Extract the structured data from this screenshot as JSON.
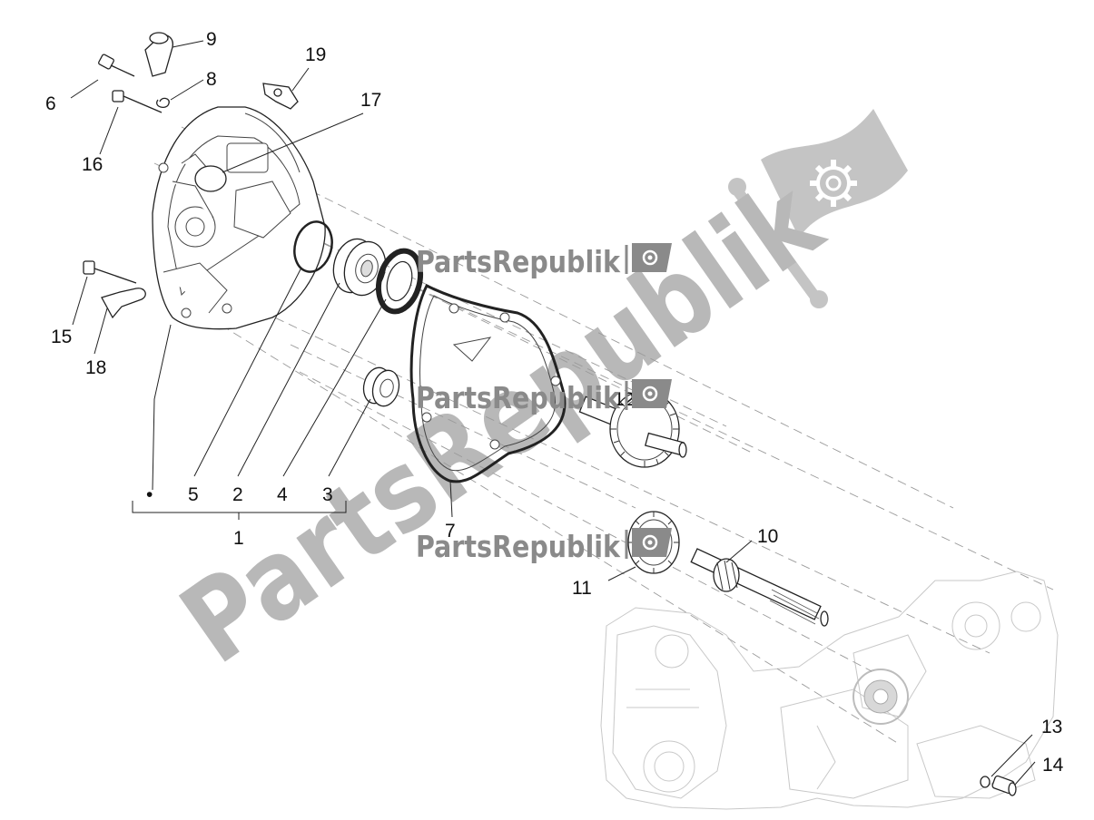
{
  "watermark": {
    "large_text": "PartsRepublik",
    "small_text": "PartsRepublik"
  },
  "callouts": {
    "c1": "1",
    "c2": "2",
    "c3": "3",
    "c4": "4",
    "c5": "5",
    "c6": "6",
    "c7": "7",
    "c8": "8",
    "c9": "9",
    "c10": "10",
    "c11": "11",
    "c12": "12",
    "c13": "13",
    "c14": "14",
    "c15": "15",
    "c16": "16",
    "c17": "17",
    "c18": "18",
    "c19": "19"
  },
  "kit_marker": "•",
  "kit_items": [
    "5",
    "2",
    "4",
    "3"
  ]
}
